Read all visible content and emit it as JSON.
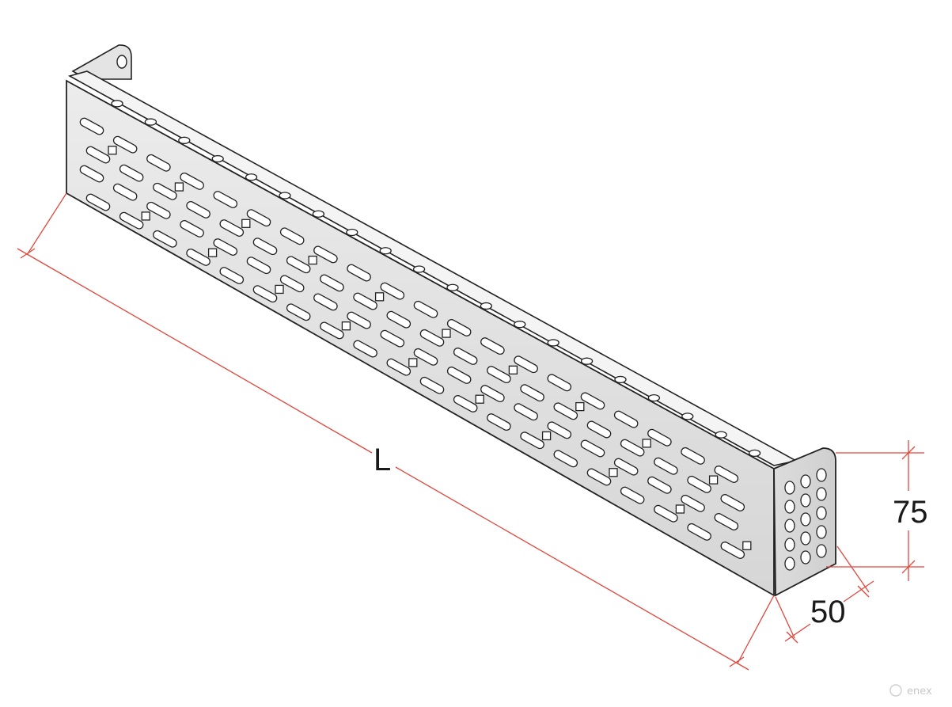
{
  "dimensions": {
    "length_label": "L",
    "height_label": "75",
    "depth_label": "50"
  },
  "watermark": {
    "text": "enex"
  },
  "colors": {
    "dimension_line": "#e0463c",
    "outline": "#222222",
    "metal_light": "#efefef",
    "metal_mid": "#d9d9d9",
    "metal_dark": "#c4c4c4"
  },
  "part": {
    "top_holes": 20,
    "side_columns": 20
  }
}
